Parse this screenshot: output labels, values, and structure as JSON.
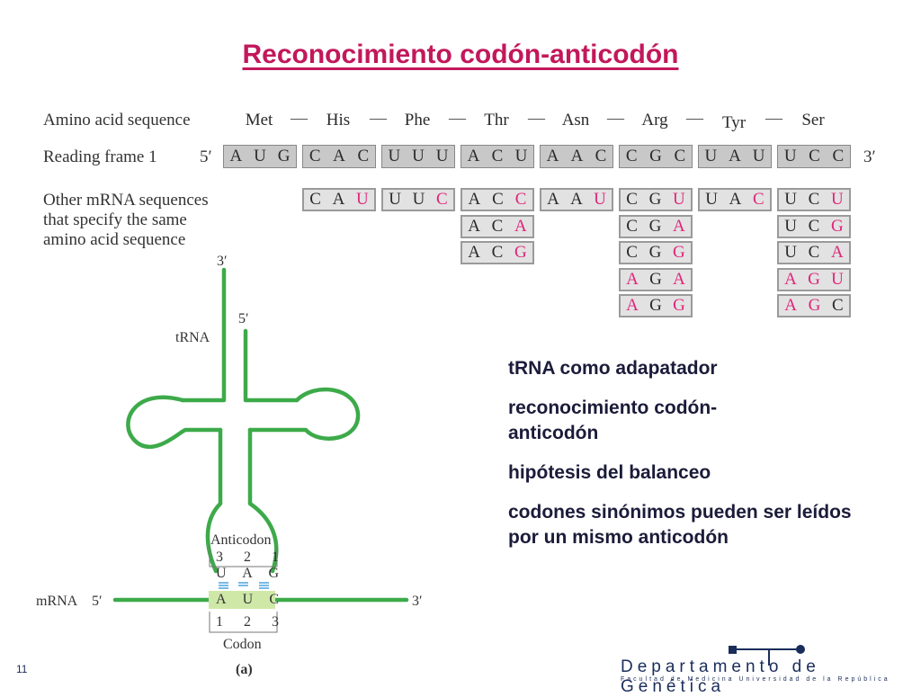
{
  "title": "Reconocimiento codón-anticodón",
  "figure": {
    "amino_label": "Amino acid sequence",
    "amino_acids": [
      "Met",
      "His",
      "Phe",
      "Thr",
      "Asn",
      "Arg",
      "Tyr",
      "Ser"
    ],
    "reading_label": "Reading frame 1",
    "five_prime": "5′",
    "three_prime": "3′",
    "reading_frame": [
      [
        "A",
        "U",
        "G"
      ],
      [
        "C",
        "A",
        "C"
      ],
      [
        "U",
        "U",
        "U"
      ],
      [
        "A",
        "C",
        "U"
      ],
      [
        "A",
        "A",
        "C"
      ],
      [
        "C",
        "G",
        "C"
      ],
      [
        "U",
        "A",
        "U"
      ],
      [
        "U",
        "C",
        "C"
      ]
    ],
    "other_label_1": "Other mRNA sequences",
    "other_label_2": "that specify the same",
    "other_label_3": "amino acid sequence",
    "alternatives": [
      [],
      [
        {
          "bases": [
            "C",
            "A",
            "U"
          ],
          "pink": [
            2
          ]
        }
      ],
      [
        {
          "bases": [
            "U",
            "U",
            "C"
          ],
          "pink": [
            2
          ]
        }
      ],
      [
        {
          "bases": [
            "A",
            "C",
            "C"
          ],
          "pink": [
            2
          ]
        },
        {
          "bases": [
            "A",
            "C",
            "A"
          ],
          "pink": [
            2
          ]
        },
        {
          "bases": [
            "A",
            "C",
            "G"
          ],
          "pink": [
            2
          ]
        }
      ],
      [
        {
          "bases": [
            "A",
            "A",
            "U"
          ],
          "pink": [
            2
          ]
        }
      ],
      [
        {
          "bases": [
            "C",
            "G",
            "U"
          ],
          "pink": [
            2
          ]
        },
        {
          "bases": [
            "C",
            "G",
            "A"
          ],
          "pink": [
            2
          ]
        },
        {
          "bases": [
            "C",
            "G",
            "G"
          ],
          "pink": [
            2
          ]
        },
        {
          "bases": [
            "A",
            "G",
            "A"
          ],
          "pink": [
            0,
            2
          ]
        },
        {
          "bases": [
            "A",
            "G",
            "G"
          ],
          "pink": [
            0,
            2
          ]
        }
      ],
      [
        {
          "bases": [
            "U",
            "A",
            "C"
          ],
          "pink": [
            2
          ]
        }
      ],
      [
        {
          "bases": [
            "U",
            "C",
            "U"
          ],
          "pink": [
            2
          ]
        },
        {
          "bases": [
            "U",
            "C",
            "G"
          ],
          "pink": [
            2
          ]
        },
        {
          "bases": [
            "U",
            "C",
            "A"
          ],
          "pink": [
            2
          ]
        },
        {
          "bases": [
            "A",
            "G",
            "U"
          ],
          "pink": [
            0,
            1,
            2
          ]
        },
        {
          "bases": [
            "A",
            "G",
            "C"
          ],
          "pink": [
            0,
            1
          ]
        }
      ]
    ],
    "trna": {
      "three_prime": "3′",
      "five_prime": "5′",
      "label": "tRNA",
      "anticodon_label": "Anticodon",
      "anticodon_positions": [
        "3",
        "2",
        "1"
      ],
      "anticodon_bases": [
        "U",
        "A",
        "G"
      ],
      "codon_bases": [
        "A",
        "U",
        "C"
      ],
      "codon_positions": [
        "1",
        "2",
        "3"
      ],
      "codon_label": "Codon",
      "mrna_label": "mRNA",
      "mrna_five": "5′",
      "mrna_three": "3′",
      "panel_label": "(a)"
    }
  },
  "bullets": [
    "tRNA como adapatador",
    "reconocimiento codón-anticodón",
    "hipótesis del balanceo",
    "codones sinónimos  pueden ser leídos por un mismo anticodón"
  ],
  "slide_number": "11",
  "footer": {
    "department": "Departamento de Genética",
    "subtitle": "Facultad de Medicina   Universidad de la República"
  },
  "colors": {
    "title": "#c2185b",
    "trna_green": "#3daa4a",
    "pink_base": "#e0247a",
    "pairing_blue": "#4aa3df",
    "codon_highlight": "#cfe8a8",
    "dept_navy": "#1a2d5a"
  }
}
